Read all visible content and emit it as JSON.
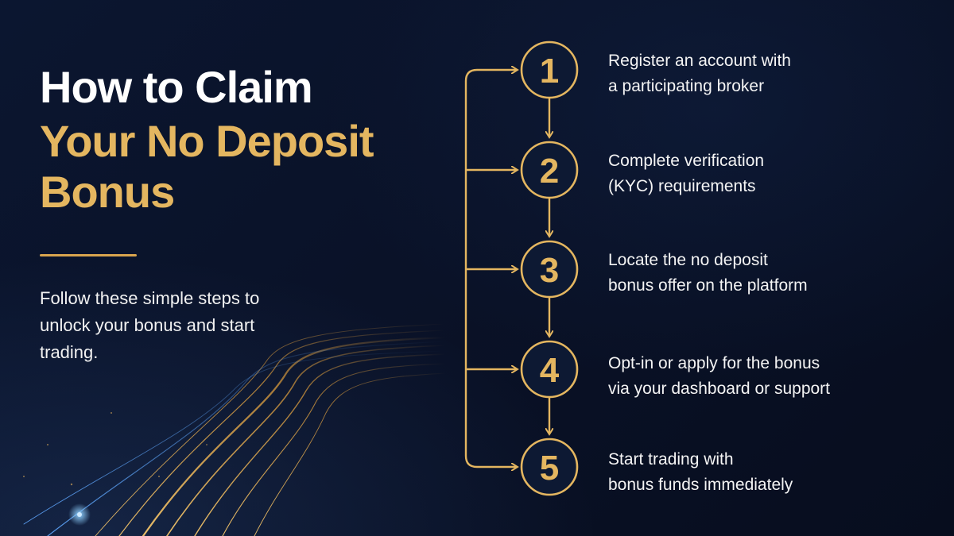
{
  "heading": {
    "line1": "How to Claim",
    "line2": "Your No Deposit Bonus"
  },
  "subtitle": "Follow these simple steps to unlock your bonus and start trading.",
  "steps": [
    {
      "number": "1",
      "line1": "Register an account with",
      "line2": "a participating broker"
    },
    {
      "number": "2",
      "line1": "Complete verification",
      "line2": "(KYC) requirements"
    },
    {
      "number": "3",
      "line1": "Locate the no deposit",
      "line2": "bonus offer on the platform"
    },
    {
      "number": "4",
      "line1": "Opt-in or apply for the bonus",
      "line2": "via your dashboard or support"
    },
    {
      "number": "5",
      "line1": "Start trading with",
      "line2": "bonus funds immediately"
    }
  ],
  "colors": {
    "accent_gold": "#e4b660",
    "background": "#0a1228",
    "text": "#ffffff"
  }
}
